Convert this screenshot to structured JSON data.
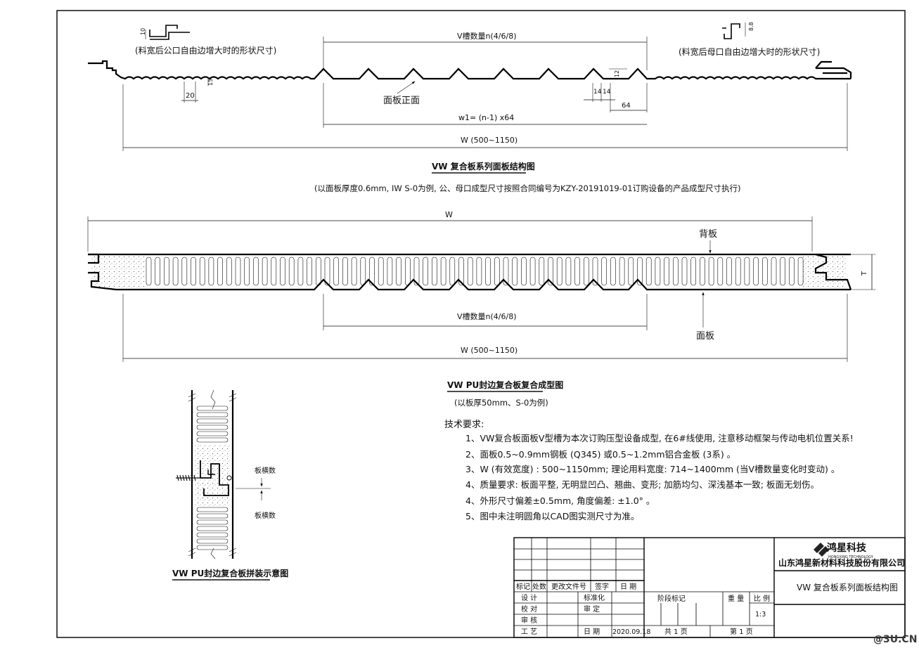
{
  "diagram1": {
    "note_left": "(料宽后公口自由边增大时的形状尺寸)",
    "note_right": "(料宽后母口自由边增大时的形状尺寸)",
    "dim_left_10": "10",
    "dim_right_88": "8.8",
    "vgroove_count": "V槽数量n(4/6/8)",
    "dim_15": "15",
    "dim_20": "20",
    "face_label": "面板正面",
    "dim_14a": "14",
    "dim_14b": "14",
    "dim_12": "12",
    "dim_64": "64",
    "w1_formula": "w1= (n-1) x64",
    "width_range": "W (500~1150)",
    "title": "VW 复合板系列面板结构图",
    "note": "(以面板厚度0.6mm, IW S-0为例, 公、母口成型尺寸按照合同编号为KZY-20191019-01订购设备的产品成型尺寸执行)"
  },
  "diagram2": {
    "w_label": "W",
    "back_label": "背板",
    "t_label": "T",
    "vgroove_count": "V槽数量n(4/6/8)",
    "face_label": "面板",
    "width_range": "W (500~1150)",
    "title": "VW PU封边复合板复合成型图",
    "note": "(以板厚50mm、S-0为例)"
  },
  "diagram3": {
    "label_top": "板横数",
    "label_bottom": "板横数",
    "title": "VW PU封边复合板拼装示意图"
  },
  "tech": {
    "heading": "技术要求:",
    "items": [
      "1、VW复合板面板V型槽为本次订购压型设备成型, 在6#线使用, 注意移动框架与传动电机位置关系!",
      "2、面板0.5~0.9mm钢板 (Q345) 或0.5~1.2mm铝合金板 (3系) 。",
      "3、W (有效宽度) : 500~1150mm; 理论用料宽度: 714~1400mm (当V槽数量变化时变动) 。",
      "4、质量要求: 板面平整, 无明显凹凸、翘曲、变形; 加筋均匀、深浅基本一致; 板面无划伤。",
      "4、外形尺寸偏差±0.5mm, 角度偏差: ±1.0° 。",
      "5、图中未注明圆角以CAD图实测尺寸为准。"
    ]
  },
  "titleblock": {
    "h_mark": "标记",
    "h_count": "处数",
    "h_docno": "更改文件号",
    "h_sign": "签字",
    "h_date": "日 期",
    "r_design": "设 计",
    "r_check": "校 对",
    "r_review": "审 核",
    "r_process": "工 艺",
    "standard": "标准化",
    "approve": "审 定",
    "date_label": "日 期",
    "date_value": "2020.09.18",
    "stage": "阶段标记",
    "weight": "重 量",
    "scale": "比 例",
    "scale_value": "1:3",
    "total_pages": "共 1 页",
    "page_no": "第 1 页",
    "logo_text": "鸿星科技",
    "logo_sub": "HONGXING TECHNOLOGY",
    "company": "山东鸿星新材料科技股份有限公司",
    "drawing_title": "VW 复合板系列面板结构图"
  },
  "watermark": "@3U.CN"
}
